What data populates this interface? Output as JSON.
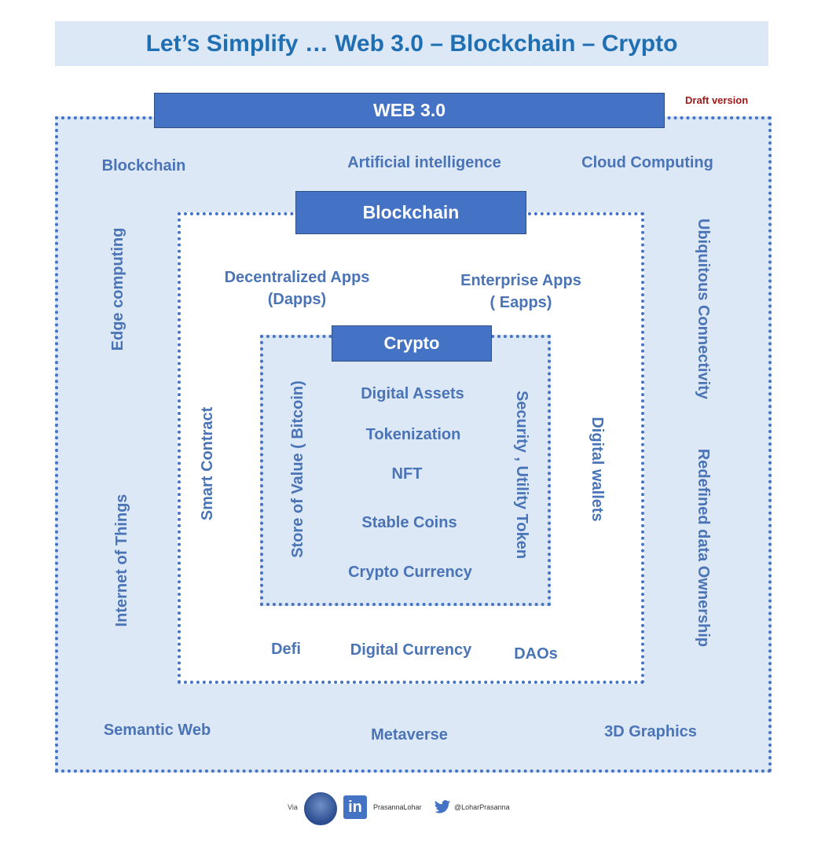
{
  "title": "Let’s Simplify … Web 3.0 – Blockchain – Crypto",
  "draft_note": "Draft version",
  "web3": {
    "header": "WEB 3.0",
    "items": {
      "blockchain": "Blockchain",
      "ai": "Artificial intelligence",
      "cloud": "Cloud Computing",
      "edge": "Edge computing",
      "iot": "Internet of Things",
      "ubiquitous": "Ubiquitous Connectivity",
      "ownership": "Redefined data Ownership",
      "semantic": "Semantic Web",
      "metaverse": "Metaverse",
      "graphics": "3D Graphics"
    }
  },
  "blockchain": {
    "header": "Blockchain",
    "items": {
      "dapps_line1": "Decentralized Apps",
      "dapps_line2": "(Dapps)",
      "eapps_line1": "Enterprise Apps",
      "eapps_line2": "( Eapps)",
      "smart_contract": "Smart Contract",
      "wallets": "Digital wallets",
      "defi": "Defi",
      "digital_currency": "Digital Currency",
      "daos": "DAOs"
    }
  },
  "crypto": {
    "header": "Crypto",
    "items": {
      "store_of_value": "Store of Value ( Bitcoin)",
      "security_token": "Security , Utility Token",
      "digital_assets": "Digital Assets",
      "tokenization": "Tokenization",
      "nft": "NFT",
      "stable_coins": "Stable Coins",
      "crypto_currency": "Crypto Currency"
    }
  },
  "footer": {
    "via": "Via",
    "linkedin_logo": "in",
    "linkedin_handle": "PrasannaLohar",
    "twitter_handle": "@LoharPrasanna",
    "icons": [
      "avatar",
      "linkedin-icon",
      "twitter-icon"
    ]
  }
}
